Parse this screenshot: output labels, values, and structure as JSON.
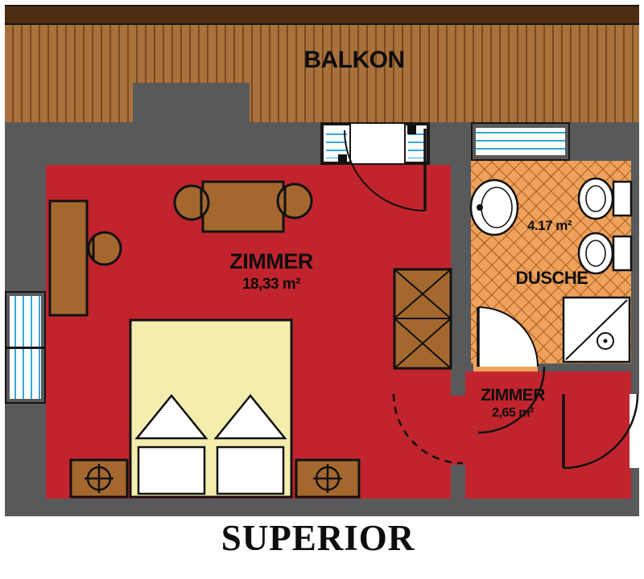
{
  "title": "SUPERIOR",
  "rooms": {
    "balcony": {
      "label": "BALKON"
    },
    "main_room": {
      "label": "ZIMMER",
      "area": "18,33 m²"
    },
    "bathroom": {
      "label": "DUSCHE",
      "area": "4.17 m²"
    },
    "hall": {
      "label": "ZIMMER",
      "area": "2,65 m²"
    }
  },
  "colors": {
    "wall_gray": "#58595b",
    "room_red": "#c1242d",
    "bath_tile_orange": "#eea25c",
    "balcony_wood": "#a9713c",
    "balcony_rail": "#4e2c11",
    "furniture_wood": "#a4682f",
    "window_blue": "#35a8d6",
    "duvet_cream": "#f4eeae"
  }
}
